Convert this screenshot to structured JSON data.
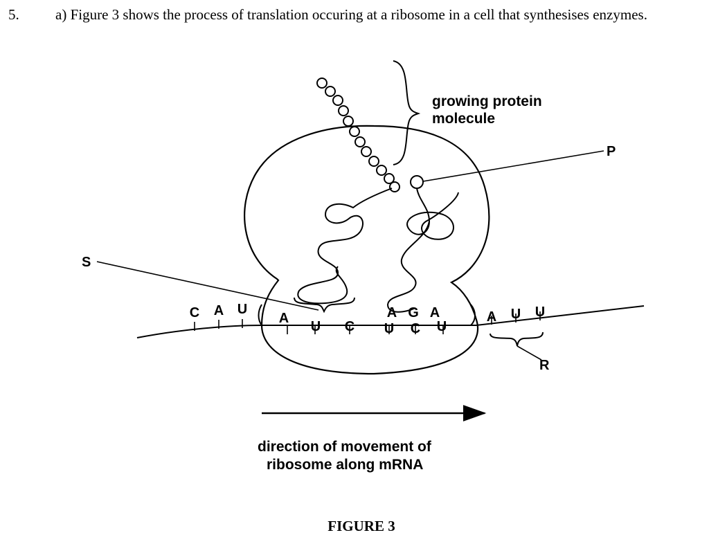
{
  "question": {
    "number": "5.",
    "text": "a) Figure 3 shows the process of translation occuring at a ribosome in a cell that synthesises enzymes."
  },
  "figure": {
    "caption": "FIGURE 3",
    "labels": {
      "protein_line1": "growing protein",
      "protein_line2": "molecule",
      "P": "P",
      "S": "S",
      "R": "R",
      "direction_line1": "direction of movement of",
      "direction_line2": "ribosome along mRNA"
    },
    "mrna_bases": {
      "left_codon": [
        "C",
        "A",
        "U"
      ],
      "site1_codon": [
        "A",
        "U",
        "C"
      ],
      "site2_codon": [
        "U",
        "C",
        "U"
      ],
      "right_codon": [
        "A",
        "U",
        "U"
      ]
    },
    "anticodon": [
      "A",
      "G",
      "A"
    ]
  }
}
